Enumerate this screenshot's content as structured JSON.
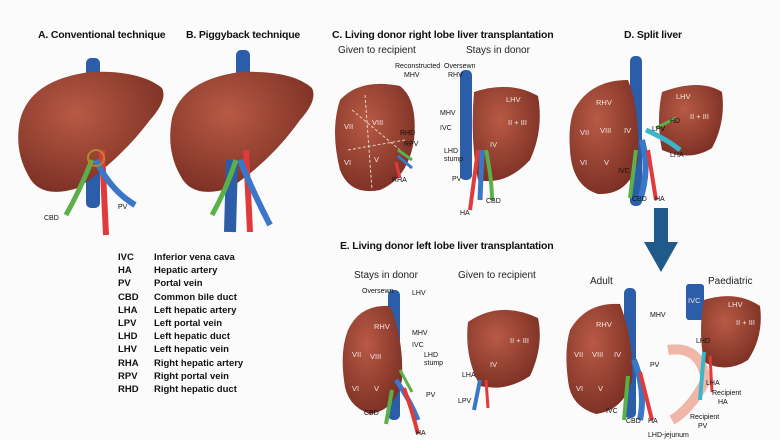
{
  "colors": {
    "liver": "#8e3a2c",
    "liver_light": "#a9513f",
    "ivc": "#2b5da8",
    "artery": "#e03a3a",
    "portal": "#3b77c9",
    "bile": "#5bb04a",
    "arrow": "#1f5a8a"
  },
  "panels": {
    "a": {
      "title": "A. Conventional technique",
      "labels": {
        "cbd": "CBD",
        "pv": "PV"
      }
    },
    "b": {
      "title": "B. Piggyback technique"
    },
    "c": {
      "title": "C. Living donor right lobe liver transplantation",
      "given": "Given to recipient",
      "stays": "Stays in donor",
      "labels": {
        "reconstructed": "Reconstructed",
        "mhv": "MHV",
        "oversewn": "Oversewn",
        "rhv": "RHV",
        "lhv": "LHV",
        "mhv2": "MHV",
        "ivc": "IVC",
        "rhd": "RHD",
        "rpv": "RPV",
        "rha": "RHA",
        "lhd": "LHD",
        "stump": "stump",
        "pv": "PV",
        "ha": "HA",
        "cbd": "CBD",
        "seg_vii": "VII",
        "seg_viii": "VIII",
        "seg_vi": "VI",
        "seg_v": "V",
        "seg_iv": "IV",
        "seg_ii_iii": "II + III"
      }
    },
    "d": {
      "title": "D. Split liver",
      "labels": {
        "rhv": "RHV",
        "lhv": "LHV",
        "ii_iii": "II + III",
        "vii": "VII",
        "viii": "VIII",
        "iv": "IV",
        "vi": "VI",
        "v": "V",
        "lpv": "LPV",
        "hd": "HD",
        "lha": "LHA",
        "ivc": "IVC",
        "cbd": "CBD",
        "ha": "HA"
      }
    },
    "e": {
      "title": "E. Living donor left lobe liver transplantation",
      "stays": "Stays in donor",
      "given": "Given to recipient",
      "labels": {
        "oversewn": "Oversewn",
        "lhv": "LHV",
        "mhv": "MHV",
        "ivc": "IVC",
        "lhd": "LHD",
        "stump": "stump",
        "pv": "PV",
        "cbd": "CBD",
        "ha": "HA",
        "lpv": "LPV",
        "lha": "LHA",
        "rhv": "RHV",
        "vii": "VII",
        "viii": "VIII",
        "vi": "VI",
        "v": "V",
        "iv": "IV",
        "ii_iii": "II + III"
      }
    },
    "f": {
      "adult": "Adult",
      "paediatric": "Paediatric",
      "labels": {
        "rhv": "RHV",
        "mhv": "MHV",
        "vii": "VII",
        "viii": "VIII",
        "iv": "IV",
        "vi": "VI",
        "v": "V",
        "pv": "PV",
        "ivc": "IVC",
        "cbd": "CBD",
        "ha": "HA",
        "ivc2": "IVC",
        "lhv": "LHV",
        "ii_iii": "II + III",
        "lhd": "LHD",
        "lha": "LHA",
        "recipient": "Recipient",
        "ha2": "HA",
        "recipient2": "Recipient",
        "pv2": "PV",
        "lhd_jejunum": "LHD-jejunum"
      }
    }
  },
  "legend": [
    {
      "abbr": "IVC",
      "term": "Inferior vena cava"
    },
    {
      "abbr": "HA",
      "term": "Hepatic artery"
    },
    {
      "abbr": "PV",
      "term": "Portal vein"
    },
    {
      "abbr": "CBD",
      "term": "Common bile duct"
    },
    {
      "abbr": "LHA",
      "term": "Left hepatic artery"
    },
    {
      "abbr": "LPV",
      "term": "Left portal vein"
    },
    {
      "abbr": "LHD",
      "term": "Left hepatic duct"
    },
    {
      "abbr": "LHV",
      "term": "Left hepatic vein"
    },
    {
      "abbr": "RHA",
      "term": "Right hepatic artery"
    },
    {
      "abbr": "RPV",
      "term": "Right portal vein"
    },
    {
      "abbr": "RHD",
      "term": "Right hepatic duct"
    }
  ]
}
